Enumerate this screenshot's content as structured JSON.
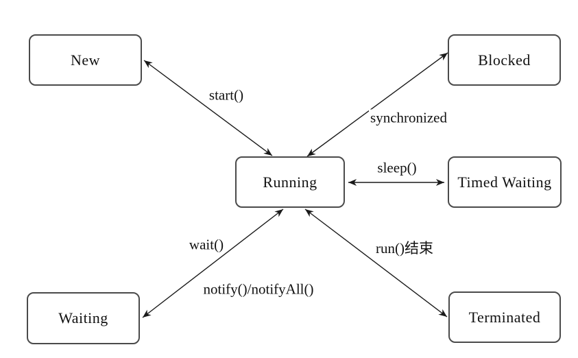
{
  "diagram": {
    "states": [
      {
        "id": "new",
        "label": "New"
      },
      {
        "id": "blocked",
        "label": "Blocked"
      },
      {
        "id": "running",
        "label": "Running"
      },
      {
        "id": "timed-waiting",
        "label": "Timed Waiting"
      },
      {
        "id": "waiting",
        "label": "Waiting"
      },
      {
        "id": "terminated",
        "label": "Terminated"
      }
    ],
    "transitions": [
      {
        "from": "New",
        "to": "Running",
        "arrows": "both",
        "labels": [
          "start()"
        ]
      },
      {
        "from": "Running",
        "to": "Blocked",
        "arrows": "both",
        "labels": [
          "synchronized"
        ]
      },
      {
        "from": "Running",
        "to": "Timed Waiting",
        "arrows": "both",
        "labels": [
          "sleep()"
        ]
      },
      {
        "from": "Running",
        "to": "Waiting",
        "arrows": "both",
        "labels": [
          "wait()",
          "notify()/notifyAll()"
        ]
      },
      {
        "from": "Running",
        "to": "Terminated",
        "arrows": "both",
        "labels": [
          "run()结束"
        ]
      }
    ],
    "colors": {
      "background": "#ffffff",
      "box_border": "#4a4a4a",
      "arrow": "#1a1a1a",
      "text": "#111111"
    }
  }
}
